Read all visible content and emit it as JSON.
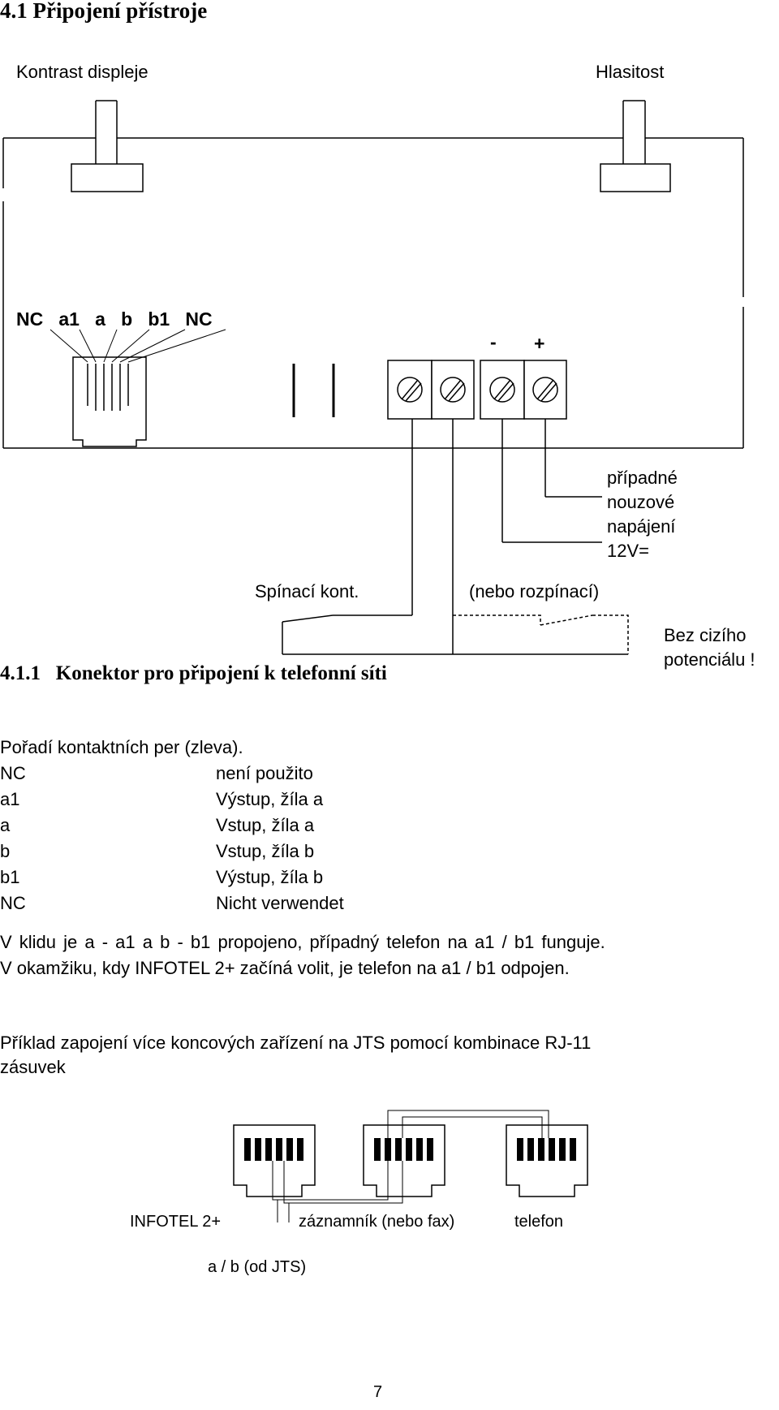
{
  "section_title": "4.1   Připojení přístroje",
  "diagram1": {
    "left_knob_label": "Kontrast displeje",
    "right_knob_label": "Hlasitost",
    "rj_pins_label": "NC   a1   a   b   b1   NC",
    "minus": "-",
    "plus": "+",
    "emergency_power": [
      "případné",
      "nouzové",
      "napájení",
      "12V="
    ],
    "switch_label": "Spínací kont.",
    "switch_alt_label": "(nebo rozpínací)",
    "note": [
      "Bez cizího",
      "potenciálu !"
    ]
  },
  "subsection_title": "4.1.1   Konektor pro připojení k telefonní síti",
  "pin_intro": "Pořadí kontaktních per (zleva).",
  "pins": [
    {
      "pin": "NC",
      "desc": "není použito"
    },
    {
      "pin": "a1",
      "desc": "Výstup, žíla a"
    },
    {
      "pin": "a",
      "desc": "Vstup, žíla a"
    },
    {
      "pin": "b",
      "desc": "Vstup, žíla b"
    },
    {
      "pin": "b1",
      "desc": "Výstup, žíla b"
    },
    {
      "pin": "NC",
      "desc": "Nicht verwendet"
    }
  ],
  "para1": "V klidu je a - a1 a b - b1 propojeno, případný telefon na a1 / b1 funguje.",
  "para2": "V okamžiku, kdy INFOTEL 2+ začíná volit, je telefon na a1 / b1 odpojen.",
  "example_line1": "Příklad zapojení více koncových zařízení na JTS pomocí kombinace RJ-11",
  "example_line2": "zásuvek",
  "diagram2": {
    "device1": "INFOTEL 2+",
    "device2": "záznamník (nebo fax)",
    "device3": "telefon",
    "line_label": "a / b (od JTS)"
  },
  "page_number": "7"
}
